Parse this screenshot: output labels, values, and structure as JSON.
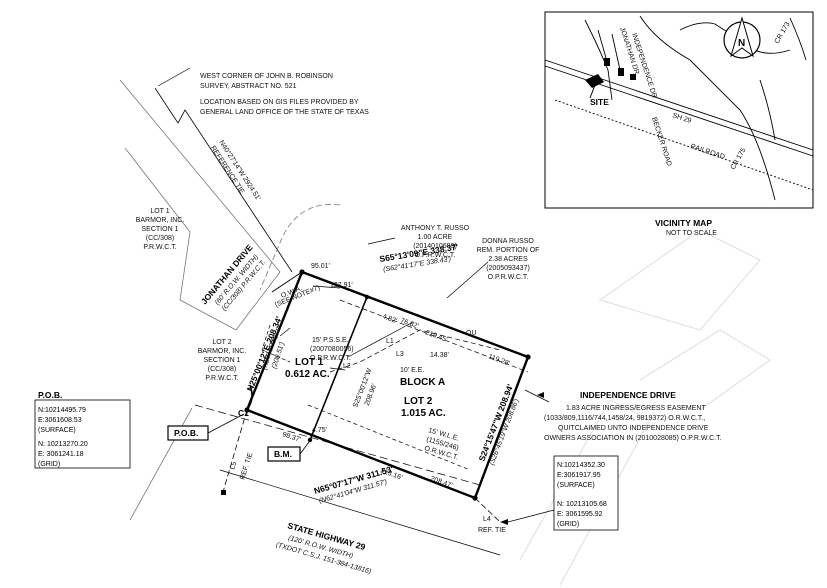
{
  "notes": {
    "west_corner": [
      "WEST CORNER OF JOHN B. ROBINSON",
      "SURVEY, ABSTRACT NO. 521"
    ],
    "location": [
      "LOCATION BASED ON GIS FILES PROVIDED BY",
      "GENERAL LAND OFFICE OF THE STATE OF TEXAS"
    ],
    "reference_tie": [
      "N40°27'14\"W 2924.51'",
      "REFERENCE TIE"
    ]
  },
  "lot1_barmor": [
    "LOT 1",
    "BARMOR, INC.",
    "SECTION 1",
    "(CC/308)",
    "P.R.W.C.T."
  ],
  "lot2_barmor": [
    "LOT 2",
    "BARMOR, INC.",
    "SECTION 1",
    "(CC/308)",
    "P.R.W.C.T."
  ],
  "jonathan_drive": [
    "JONATHAN DRIVE",
    "(60' R.O.W. WIDTH)",
    "(CC/308) P.R.W.C.T."
  ],
  "russo_anthony": [
    "ANTHONY T. RUSSO",
    "1.00 ACRE",
    "(2014010699)",
    "O.P.R.W.C.T."
  ],
  "russo_donna": [
    "DONNA RUSSO",
    "REM. PORTION OF",
    "2.38 ACRES",
    "(2005093437)",
    "O.P.R.W.C.T."
  ],
  "bearings": {
    "north_line": "S65°13'09\"E 338.37'",
    "north_line_rec": "(S62°41'17\"E 338.43')",
    "west_line": "N25°00'12\"E 208.34'",
    "west_line_rec": "(N27°4'9\"E)",
    "west_line_rec2": "(208.51')",
    "east_line": "S24°15'47\"W 208.94'",
    "east_line_rec": "(S26°45'19\"W 208.86')",
    "south_line": "N65°07'17\"W 311.53'",
    "south_line_rec": "(N62°41'04\"W 311.57')",
    "mid_line": "S25°00'12\"W",
    "mid_line_len": "208.96'"
  },
  "dims": {
    "d95": "95.01'",
    "d127": "127.91'",
    "d119": "119.28'",
    "d4": "4.82'",
    "d76": "76.82'",
    "d219": "219.45'",
    "d14": "14.38'",
    "d98": "98.37'",
    "d4b": "4.75'",
    "d213": "213.16'",
    "d208": "208.47'"
  },
  "easements": {
    "owa": [
      "O.W.A.",
      "(SEE NOTE#7)"
    ],
    "psse": [
      "15' P.S.S.E.",
      "(2007080056)",
      "O.P.R.W.C.T."
    ],
    "ee": "10' E.E.",
    "wle": [
      "15' W.L.E.",
      "(1155/246)",
      "O.R.W.C.T."
    ],
    "l1": "L1",
    "l2": "L2",
    "l3": "L3",
    "ou": "OU"
  },
  "lots": {
    "lot1": [
      "LOT 1",
      "0.612 AC."
    ],
    "block": "BLOCK A",
    "lot2": [
      "LOT 2",
      "1.015 AC."
    ]
  },
  "independence": {
    "title": "INDEPENDENCE DRIVE",
    "lines": [
      "1.83 ACRE INGRESS/EGRESS EASEMENT",
      "(1033/809,1116/744,1458/24, 9819372) O.R.W.C.T.,",
      "QUITCLAIMED UNTO INDEPENDENCE DRIVE",
      "OWNERS ASSOCIATION IN (2010028085) O.P.R.W.C.T."
    ]
  },
  "highway": [
    "N65°07'17\"W 311.53'",
    "STATE HIGHWAY 29",
    "(120' R.O.W. WIDTH)",
    "(TXDOT C.S.J. 151-384-13816)"
  ],
  "pob": {
    "title": "P.O.B.",
    "surface": [
      "N:10214495.79",
      "E:3061608.53",
      "(SURFACE)"
    ],
    "grid": [
      "N: 10213270.20",
      "E: 3061241.18",
      "(GRID)"
    ],
    "tag": "P.O.B."
  },
  "bm_tag": "B.M.",
  "c1": "C1",
  "l4": "L4",
  "l5": "L5",
  "ref_tie": "REF. TIE",
  "east_box": {
    "surface": [
      "N:10214352.30",
      "E:3061917.95",
      "(SURFACE)"
    ],
    "grid": [
      "N: 10213105.68",
      "E: 3061595.92",
      "(GRID)"
    ]
  },
  "vicinity": {
    "title": "VICINITY MAP",
    "subtitle": "NOT TO SCALE",
    "site": "SITE",
    "north": "N",
    "roads": [
      "JONATHAN DR",
      "INDEPENDENCE DR",
      "BECKER ROAD",
      "RAILROAD",
      "SH 29",
      "CR 175",
      "CR 173"
    ]
  }
}
